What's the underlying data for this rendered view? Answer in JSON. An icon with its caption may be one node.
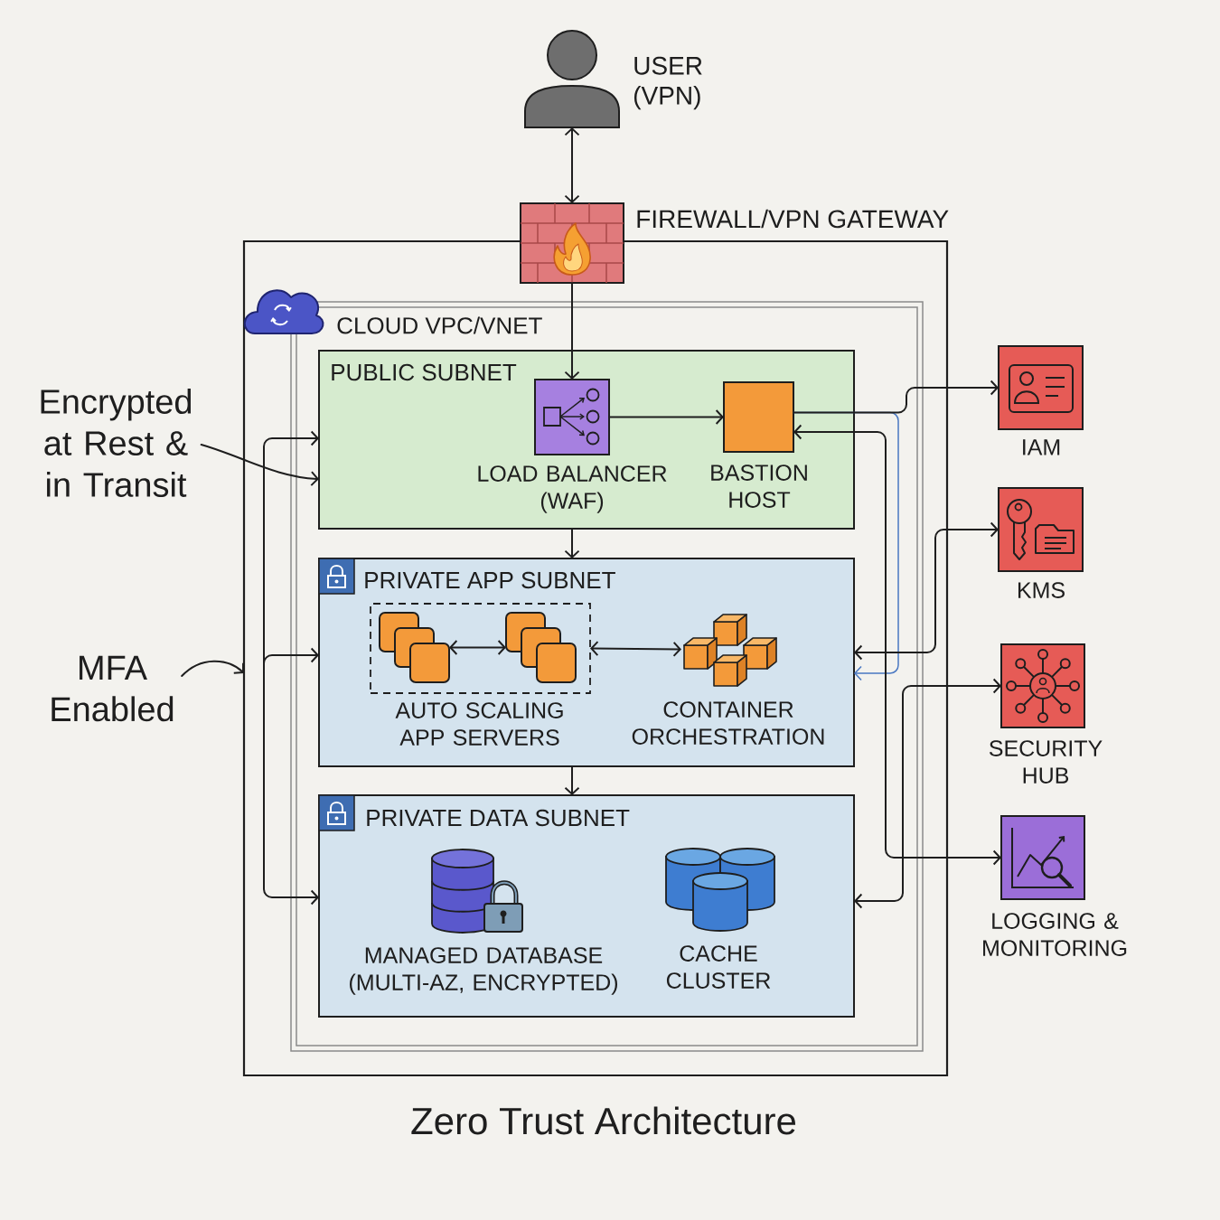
{
  "diagram": {
    "title": "Zero Trust Architecture",
    "nodes": [
      {
        "text": [],
        "shape": "person",
        "beside": [
          "USER (VPN)"
        ]
      },
      {
        "text": [],
        "shape": "picture",
        "beside": [
          "FIREWALL/VPN GATEWAY"
        ]
      },
      {
        "text": [],
        "shape": "box"
      },
      {
        "text": [
          "CLOUD VPC/VNET"
        ],
        "in": 2
      },
      {
        "text": [
          "PUBLIC SUBNET"
        ],
        "in": 3
      },
      {
        "text": [
          "LOAD BALANCER (WAF)"
        ],
        "in": 4
      },
      {
        "text": [
          "BASTION HOST"
        ],
        "in": 4
      },
      {
        "text": [
          "PRIVATE APP SUBNET"
        ],
        "in": 3
      },
      {
        "text": [
          "AUTO SCALING APP SERVERS"
        ],
        "in": 7
      },
      {
        "text": [],
        "shape": "picture",
        "in": 8
      },
      {
        "text": [],
        "shape": "picture",
        "in": 8
      },
      {
        "text": [
          "CONTAINER ORCHESTRATION"
        ],
        "in": 7
      },
      {
        "text": [
          "PRIVATE DATA SUBNET"
        ],
        "in": 3
      },
      {
        "text": [
          "MANAGED DATABASE (MULTI-AZ, ENCRYPTED)"
        ],
        "in": 12
      },
      {
        "text": [
          "CACHE CLUSTER"
        ],
        "in": 12
      },
      {
        "text": [
          "IAM"
        ]
      },
      {
        "text": [
          "KMS"
        ]
      },
      {
        "text": [
          "SECURITY HUB"
        ]
      },
      {
        "text": [
          "LOGGING & MONITORING"
        ]
      },
      {
        "text": [
          "Encrypted at Rest & in Transit"
        ]
      },
      {
        "text": [
          "MFA Enabled"
        ]
      }
    ],
    "edges": [
      {
        "from": 0,
        "to": 1,
        "arrow": "both"
      },
      {
        "from": 1,
        "to": 5,
        "arrow": "to"
      },
      {
        "from": 5,
        "to": 6,
        "arrow": "to"
      },
      {
        "from": 4,
        "to": 7,
        "arrow": "to"
      },
      {
        "from": 7,
        "to": 12,
        "arrow": "to"
      },
      {
        "from": 9,
        "to": 10,
        "arrow": "both"
      },
      {
        "from": 8,
        "to": 11,
        "arrow": "both"
      },
      {
        "from": 6,
        "to": 15,
        "arrow": "to"
      },
      {
        "from": 16,
        "to": 7,
        "arrow": "both"
      },
      {
        "from": 6,
        "to": 18,
        "arrow": "both"
      },
      {
        "from": 17,
        "to": 12,
        "arrow": "both"
      },
      {
        "from": 6,
        "to": 7,
        "arrow": "to",
        "color": "#4a78c2"
      },
      {
        "from": 19,
        "to": 4,
        "arrow": "to"
      },
      {
        "from": 20,
        "to": 2,
        "arrow": "to"
      },
      {
        "from": null,
        "to": 4,
        "arrow": "to"
      },
      {
        "from": null,
        "to": 7,
        "arrow": "to"
      },
      {
        "from": null,
        "to": 12,
        "arrow": "to"
      }
    ]
  }
}
